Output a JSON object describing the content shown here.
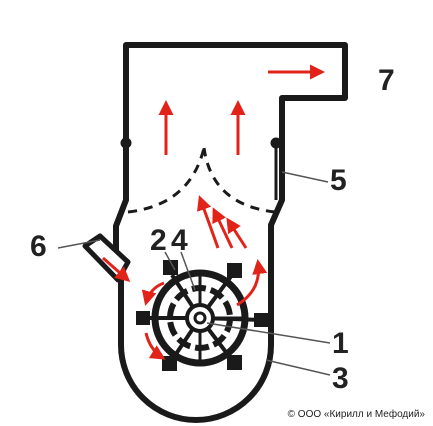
{
  "labels": {
    "rotor": "1",
    "hammers": "2",
    "housing": "3",
    "shaft_disc": "4",
    "separator": "5",
    "inlet": "6",
    "outlet": "7"
  },
  "copyright": "© ООО «Кирилл и Мефодий»",
  "colors": {
    "outline": "#1a1a1a",
    "arrow": "#e2231a",
    "background": "#ffffff"
  }
}
